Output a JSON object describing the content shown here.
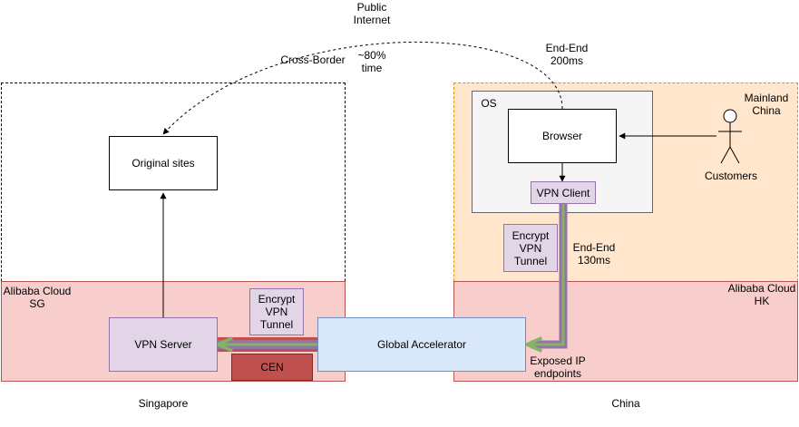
{
  "regions": {
    "singapore_site": "",
    "china_site": "",
    "alibaba_sg": "Alibaba Cloud\nSG",
    "alibaba_hk": "Alibaba Cloud\nHK",
    "os": "OS",
    "mainland": "Mainland\nChina"
  },
  "nodes": {
    "original_sites": "Original sites",
    "vpn_server": "VPN Server",
    "global_accelerator": "Global Accelerator",
    "browser": "Browser",
    "vpn_client": "VPN Client",
    "cen": "CEN",
    "encrypt_tunnel_sg": "Encrypt\nVPN\nTunnel",
    "encrypt_tunnel_cn": "Encrypt\nVPN\nTunnel",
    "customers": "Customers"
  },
  "labels": {
    "public_internet": "Public\nInternet",
    "cross_border": "Cross-Border",
    "time_pct": "~80%\ntime",
    "end_end_200": "End-End\n200ms",
    "end_end_130": "End-End\n130ms",
    "exposed_ip": "Exposed IP\nendpoints",
    "singapore": "Singapore",
    "china": "China"
  },
  "colors": {
    "alibaba_fill": "#f8cecc",
    "alibaba_stroke": "#b85450",
    "china_fill": "#ffe6cc",
    "china_stroke": "#d79b00",
    "purple_fill": "#e1d5e7",
    "purple_stroke": "#9673a6",
    "blue_fill": "#dae8fc",
    "blue_stroke": "#6c8ebf",
    "cen_fill": "#c0504d",
    "os_fill": "#f5f5f5",
    "tunnel_green": "#82b366"
  }
}
